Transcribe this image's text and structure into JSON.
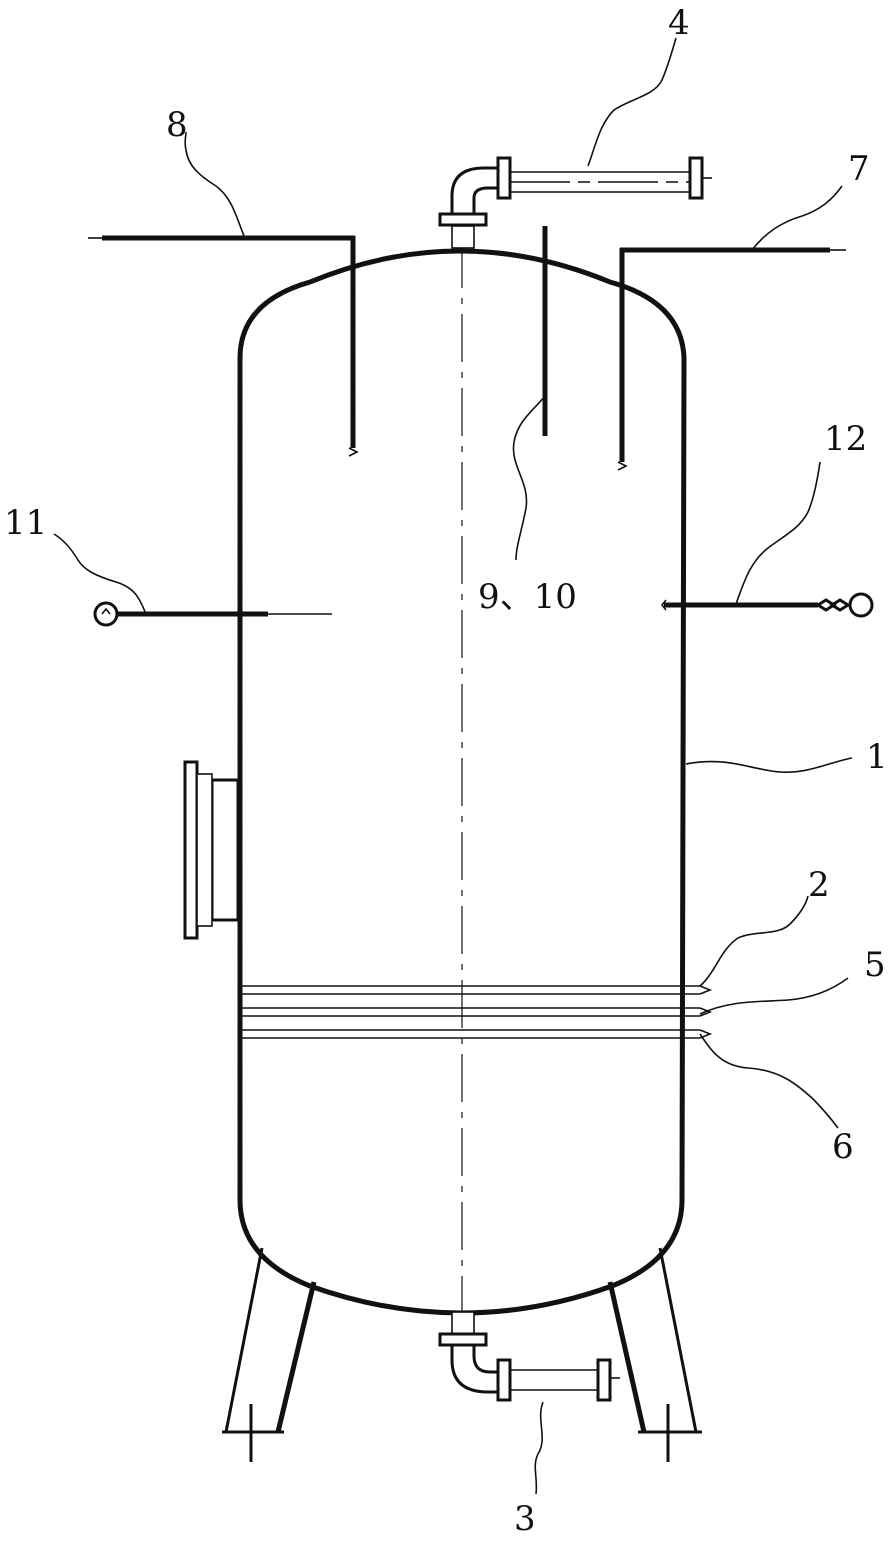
{
  "labels": {
    "shell": "1",
    "ring_2": "2",
    "outlet_3": "3",
    "inlet_4": "4",
    "ring_5": "5",
    "ring_6": "6",
    "pipe_7": "7",
    "pipe_8": "8",
    "probe_9_10": "9、10",
    "gauge_11": "11",
    "rod_12": "12"
  },
  "colors": {
    "line": "#111111",
    "background": "#ffffff"
  }
}
